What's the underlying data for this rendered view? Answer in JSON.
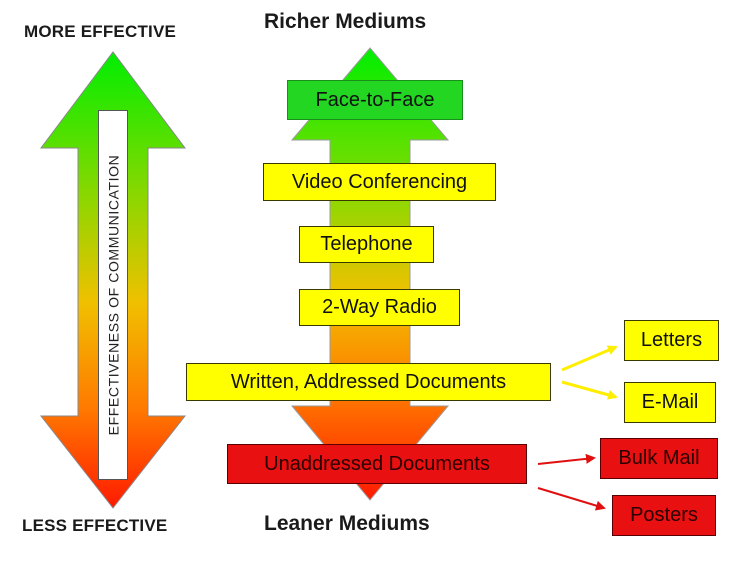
{
  "left_axis": {
    "top_label": "MORE EFFECTIVE",
    "bottom_label": "LESS EFFECTIVE",
    "arrow_label": "EFFECTIVENESS OF COMMUNICATION"
  },
  "center_axis": {
    "top_label": "Richer Mediums",
    "bottom_label": "Leaner Mediums"
  },
  "mediums": {
    "face_to_face": "Face-to-Face",
    "video_conferencing": "Video Conferencing",
    "telephone": "Telephone",
    "two_way_radio": "2-Way Radio",
    "written_addressed": "Written, Addressed Documents",
    "unaddressed": "Unaddressed Documents"
  },
  "examples": {
    "letters": "Letters",
    "email": "E-Mail",
    "bulk_mail": "Bulk Mail",
    "posters": "Posters"
  },
  "colors": {
    "green": "#22d622",
    "yellow": "#ffff00",
    "orange": "#ff9900",
    "red": "#e81010"
  }
}
